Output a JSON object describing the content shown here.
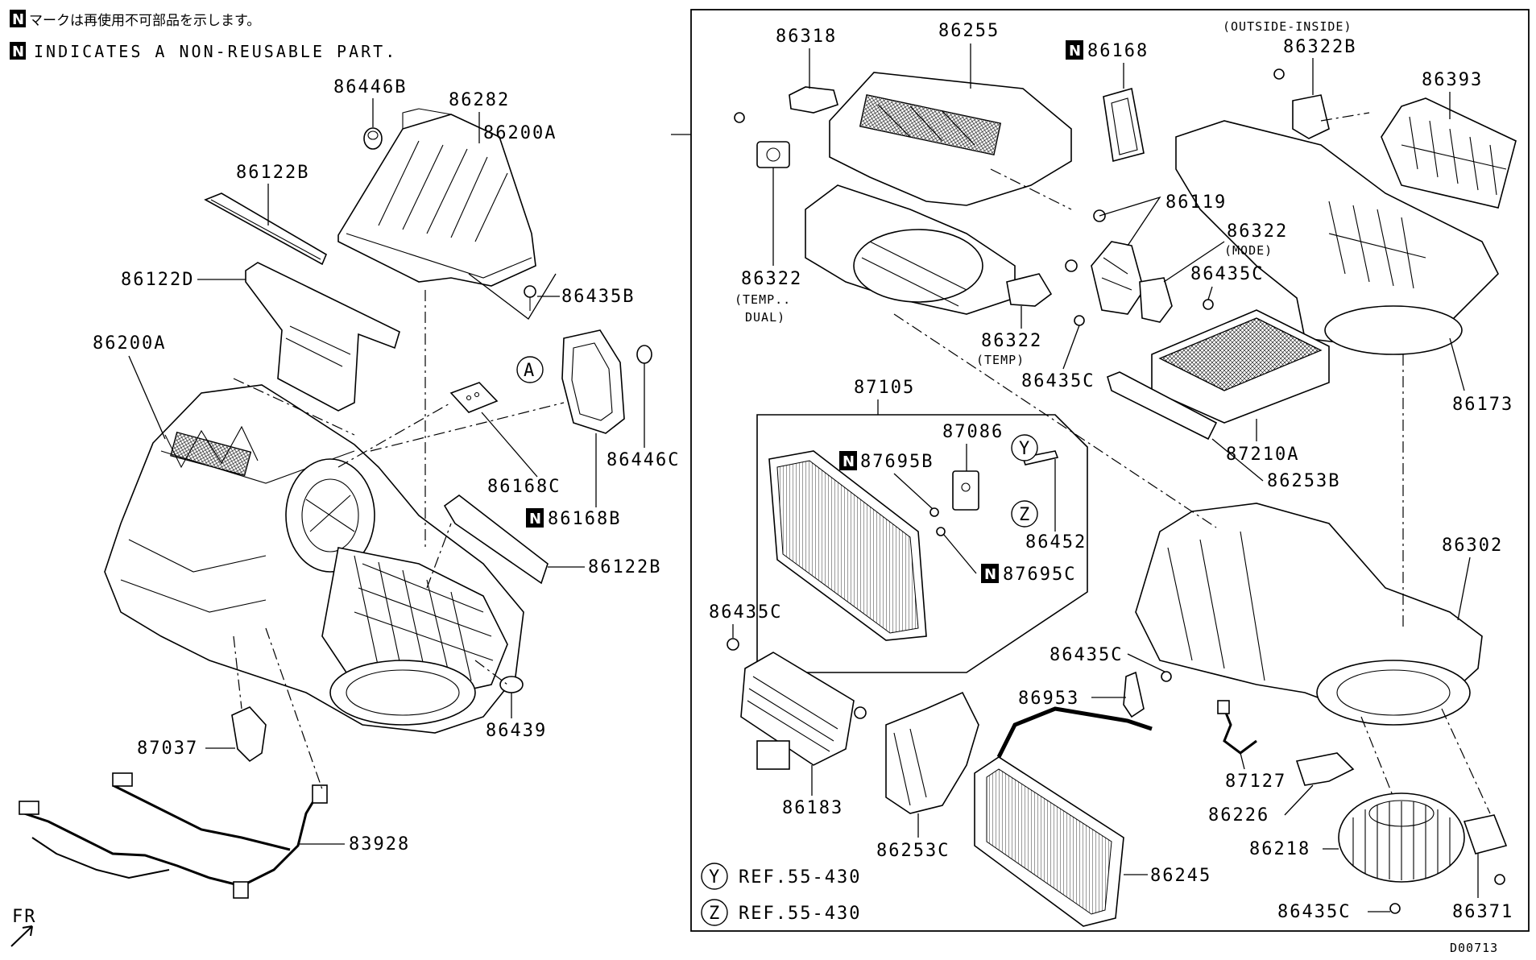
{
  "notes": {
    "line1": "マークは再使用不可部品を示します。",
    "line2": "INDICATES A NON-REUSABLE PART.",
    "badge": "N"
  },
  "callouts": {
    "c86446B": "86446B",
    "c86282": "86282",
    "c86122B_top": "86122B",
    "c86122D": "86122D",
    "c86435B": "86435B",
    "c86200A_left": "86200A",
    "c86168C": "86168C",
    "c86446C": "86446C",
    "c86168B": "86168B",
    "c86122B_bottom": "86122B",
    "c87037": "87037",
    "c86439": "86439",
    "c83928": "83928",
    "c86200A_right": "86200A",
    "c86318": "86318",
    "c86255": "86255",
    "c86168": "86168",
    "outside_inside": "(OUTSIDE-INSIDE)",
    "c86322B": "86322B",
    "c86393": "86393",
    "c86119": "86119",
    "c86322_mode": "86322",
    "mode": "(MODE)",
    "c86435C_a": "86435C",
    "c86322_dual": "86322",
    "temp_dual_1": "(TEMP..",
    "temp_dual_2": "DUAL)",
    "c86322_temp": "86322",
    "temp": "(TEMP)",
    "c86435C_b": "86435C",
    "c86173": "86173",
    "c87105": "87105",
    "c87086": "87086",
    "c87695B": "87695B",
    "ref_y_letter": "Y",
    "ref_z_letter": "Z",
    "c86452": "86452",
    "c87695C": "87695C",
    "c87210A": "87210A",
    "c86253B": "86253B",
    "c86302": "86302",
    "c86435C_c": "86435C",
    "c86435C_d": "86435C",
    "c86953": "86953",
    "c87127": "87127",
    "c86226": "86226",
    "c86183": "86183",
    "c86253C": "86253C",
    "c86218": "86218",
    "c86245": "86245",
    "c86371": "86371",
    "c86435C_e": "86435C",
    "ref_y": "REF.55-430",
    "ref_z": "REF.55-430",
    "circle_a": "A",
    "fr": "FR",
    "drawing_no": "D00713"
  }
}
